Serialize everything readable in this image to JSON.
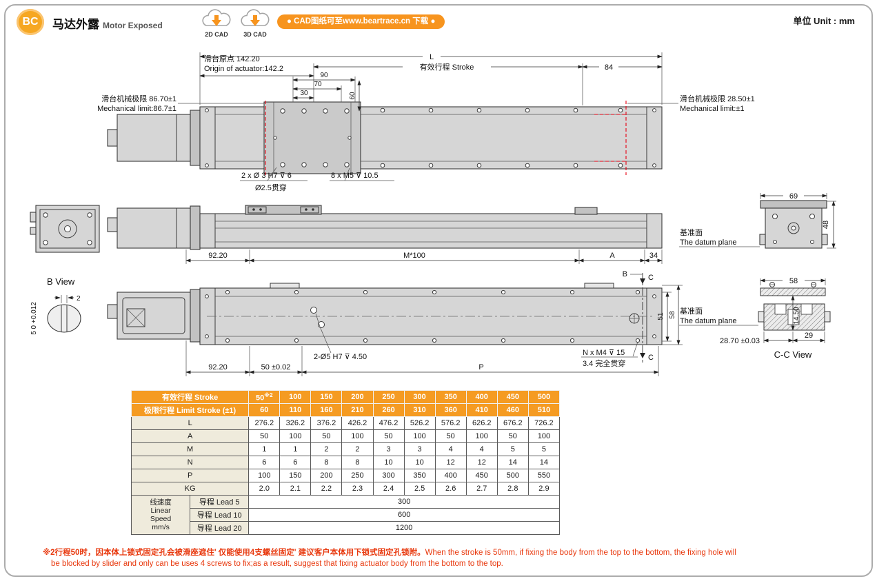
{
  "header": {
    "badge": "BC",
    "title_zh": "马达外露",
    "title_en": "Motor Exposed",
    "cad2d_label": "2D CAD",
    "cad3d_label": "3D CAD",
    "banner": "● CAD图纸可至www.beartrace.cn 下载 ●",
    "unit_label": "单位 Unit : mm"
  },
  "drawing": {
    "L": "L",
    "origin_zh": "滑台原点 142.20",
    "origin_en": "Origin of actuator:142.2",
    "stroke": "有效行程 Stroke",
    "d84": "84",
    "d90": "90",
    "d70": "70",
    "d30": "30",
    "d60": "60",
    "limit_left_zh": "滑台机械极限 86.70±1",
    "limit_left_en": "Mechanical limit:86.7±1",
    "limit_right_zh": "滑台机械极限 28.50±1",
    "limit_right_en": "Mechanical limit:±1",
    "callout_dowel": "2 x Ø 3 H7 ⊽ 6",
    "callout_dowel2": "Ø2.5贯穿",
    "callout_m5": "8 x M5 ⊽ 10.5",
    "datum_zh": "基准面",
    "datum_en": "The datum plane",
    "d69": "69",
    "d48": "48",
    "d9220a": "92.20",
    "dM100": "M*100",
    "dA": "A",
    "d34": "34",
    "b_view": "B View",
    "d2": "2",
    "d5tol": "5 0 +0.012",
    "d51": "51",
    "d58side": "58",
    "callout_o5": "2-Ø5 H7 ⊽ 4.50",
    "callout_m4": "N x M4 ⊽ 15",
    "callout_m4b": "3.4 完全贯穿",
    "d9220b": "92.20",
    "d50tol": "50 ±0.02",
    "dP": "P",
    "d58cc": "58",
    "d1450": "14.50",
    "d2870": "28.70 ±0.03",
    "d29": "29",
    "cc_view": "C-C View",
    "mB": "B",
    "mC": "C"
  },
  "table": {
    "h1_label": "有效行程 Stroke",
    "h1_sup": "※2",
    "h1": [
      "50",
      "100",
      "150",
      "200",
      "250",
      "300",
      "350",
      "400",
      "450",
      "500"
    ],
    "h2_label": "极限行程 Limit Stroke (±1)",
    "h2": [
      "60",
      "110",
      "160",
      "210",
      "260",
      "310",
      "360",
      "410",
      "460",
      "510"
    ],
    "rows": [
      {
        "label": "L",
        "values": [
          "276.2",
          "326.2",
          "376.2",
          "426.2",
          "476.2",
          "526.2",
          "576.2",
          "626.2",
          "676.2",
          "726.2"
        ]
      },
      {
        "label": "A",
        "values": [
          "50",
          "100",
          "50",
          "100",
          "50",
          "100",
          "50",
          "100",
          "50",
          "100"
        ]
      },
      {
        "label": "M",
        "values": [
          "1",
          "1",
          "2",
          "2",
          "3",
          "3",
          "4",
          "4",
          "5",
          "5"
        ]
      },
      {
        "label": "N",
        "values": [
          "6",
          "6",
          "8",
          "8",
          "10",
          "10",
          "12",
          "12",
          "14",
          "14"
        ]
      },
      {
        "label": "P",
        "values": [
          "100",
          "150",
          "200",
          "250",
          "300",
          "350",
          "400",
          "450",
          "500",
          "550"
        ]
      },
      {
        "label": "KG",
        "values": [
          "2.0",
          "2.1",
          "2.2",
          "2.3",
          "2.4",
          "2.5",
          "2.6",
          "2.7",
          "2.8",
          "2.9"
        ]
      }
    ],
    "speed": {
      "zh": "线速度",
      "en1": "Linear",
      "en2": "Speed",
      "en3": "mm/s",
      "leads": [
        {
          "label": "导程 Lead 5",
          "value": "300"
        },
        {
          "label": "导程 Lead 10",
          "value": "600"
        },
        {
          "label": "导程 Lead 20",
          "value": "1200"
        }
      ]
    }
  },
  "note": {
    "zh": "※2行程50时，因本体上锁式固定孔会被滑座遮住' 仅能使用4支螺丝固定' 建议客户本体用下锁式固定孔锁附。",
    "en1": "When the stroke is 50mm, if fixing the body from the top to the bottom, the fixing hole will",
    "en2": "be blocked by slider and only can be uses 4 screws to fix;as a result, suggest that fixing actuator body from the bottom to the top."
  },
  "colors": {
    "accent": "#F7941E",
    "table_header": "#F59B22",
    "label_bg": "#EFEBDC",
    "note_red": "#E8380D",
    "limit_red": "#E60012"
  }
}
